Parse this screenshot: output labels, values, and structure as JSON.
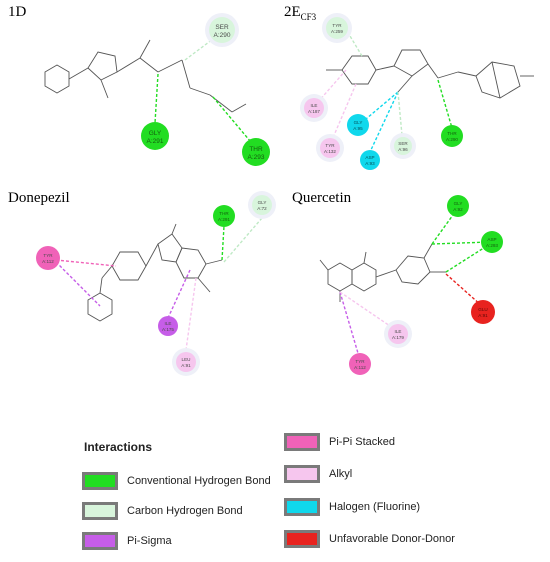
{
  "panels": [
    {
      "id": "1D",
      "title": "1D",
      "sub": ""
    },
    {
      "id": "2E",
      "title": "2E",
      "sub": "CF3"
    },
    {
      "id": "donepezil",
      "title": "Donepezil",
      "sub": ""
    },
    {
      "id": "quercetin",
      "title": "Quercetin",
      "sub": ""
    }
  ],
  "colors": {
    "conventional_hbond": "#22dd22",
    "carbon_hbond": "#d8f5dc",
    "pi_sigma": "#c65de8",
    "pi_pi_stacked": "#f062b8",
    "alkyl": "#f6c6ee",
    "halogen": "#10d8ec",
    "unfavorable_donor": "#e8231f"
  },
  "residues": [
    {
      "panel": "1D",
      "name": "SER",
      "number": "A:290",
      "type": "carbon_hbond"
    },
    {
      "panel": "1D",
      "name": "GLY",
      "number": "A:291",
      "type": "conventional_hbond"
    },
    {
      "panel": "1D",
      "name": "THR",
      "number": "A:293",
      "type": "conventional_hbond"
    },
    {
      "panel": "2E",
      "name": "TYR",
      "number": "A:259",
      "type": "carbon_hbond"
    },
    {
      "panel": "2E",
      "name": "ILE",
      "number": "A:187",
      "type": "alkyl"
    },
    {
      "panel": "2E",
      "name": "GLY",
      "number": "A:95",
      "type": "halogen"
    },
    {
      "panel": "2E",
      "name": "TYR",
      "number": "A:132",
      "type": "alkyl"
    },
    {
      "panel": "2E",
      "name": "ASP",
      "number": "A:93",
      "type": "halogen"
    },
    {
      "panel": "2E",
      "name": "SER",
      "number": "A:96",
      "type": "carbon_hbond"
    },
    {
      "panel": "2E",
      "name": "THR",
      "number": "A:290",
      "type": "conventional_hbond"
    },
    {
      "panel": "donepezil",
      "name": "THR",
      "number": "A:291",
      "type": "conventional_hbond"
    },
    {
      "panel": "donepezil",
      "name": "GLY",
      "number": "A:72",
      "type": "carbon_hbond"
    },
    {
      "panel": "donepezil",
      "name": "TYR",
      "number": "A:112",
      "type": "pi_pi_stacked"
    },
    {
      "panel": "donepezil",
      "name": "ILE",
      "number": "A:175",
      "type": "pi_sigma"
    },
    {
      "panel": "donepezil",
      "name": "LEU",
      "number": "A:91",
      "type": "alkyl"
    },
    {
      "panel": "quercetin",
      "name": "GLY",
      "number": "A:92",
      "type": "conventional_hbond"
    },
    {
      "panel": "quercetin",
      "name": "ASP",
      "number": "A:293",
      "type": "conventional_hbond"
    },
    {
      "panel": "quercetin",
      "name": "ILE",
      "number": "A:179",
      "type": "alkyl"
    },
    {
      "panel": "quercetin",
      "name": "TYR",
      "number": "A:112",
      "type": "pi_pi_stacked"
    },
    {
      "panel": "quercetin",
      "name": "GLU",
      "number": "A:91",
      "type": "unfavorable_donor"
    }
  ],
  "legend": {
    "title": "Interactions",
    "items": [
      {
        "label": "Conventional Hydrogen Bond",
        "type": "conventional_hbond"
      },
      {
        "label": "Carbon Hydrogen Bond",
        "type": "carbon_hbond"
      },
      {
        "label": "Pi-Sigma",
        "type": "pi_sigma"
      },
      {
        "label": "Pi-Pi Stacked",
        "type": "pi_pi_stacked"
      },
      {
        "label": "Alkyl",
        "type": "alkyl"
      },
      {
        "label": "Halogen (Fluorine)",
        "type": "halogen"
      },
      {
        "label": "Unfavorable Donor-Donor",
        "type": "unfavorable_donor"
      }
    ]
  }
}
